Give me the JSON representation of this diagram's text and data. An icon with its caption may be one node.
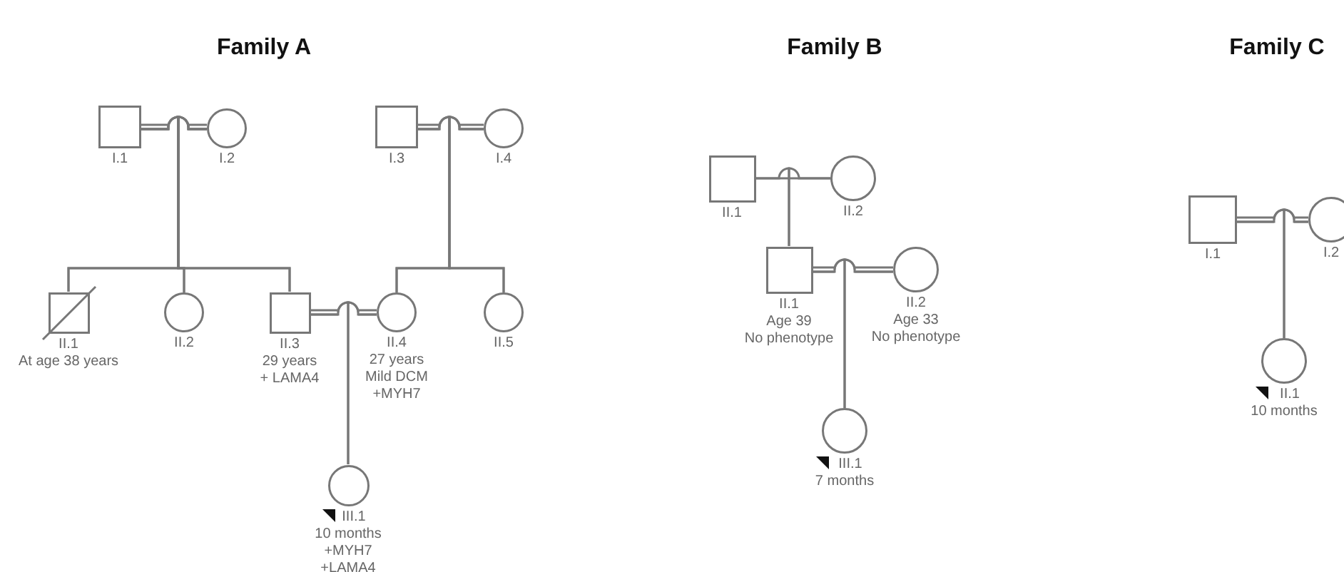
{
  "diagram": {
    "nodes": [
      {
        "text": [],
        "shape": "box",
        "beside": [
          "I.1"
        ]
      },
      {
        "text": [],
        "shape": "circle",
        "beside": [
          "I.2"
        ]
      },
      {
        "text": [],
        "shape": "box",
        "beside": [
          "I.3"
        ]
      },
      {
        "text": [],
        "shape": "circle",
        "beside": [
          "I.4"
        ]
      },
      {
        "text": [],
        "shape": "box",
        "beside": [
          "II.1",
          "At age 38 years"
        ]
      },
      {
        "text": [],
        "shape": "circle",
        "beside": [
          "II.2"
        ]
      },
      {
        "text": [],
        "shape": "box",
        "beside": [
          "II.3",
          "29 years",
          "+ LAMA4"
        ]
      },
      {
        "text": [],
        "shape": "circle",
        "beside": [
          "II.4",
          "27 years",
          "Mild DCM",
          "+MYH7"
        ]
      },
      {
        "text": [],
        "shape": "circle",
        "beside": [
          "II.5"
        ]
      },
      {
        "text": [],
        "shape": "circle",
        "beside": [
          "III.1",
          "10 months",
          "+MYH7",
          "+LAMA4"
        ]
      },
      {
        "text": [],
        "shape": "box",
        "beside": [
          "II.1"
        ]
      },
      {
        "text": [],
        "shape": "circle",
        "beside": [
          "II.2"
        ]
      },
      {
        "text": [],
        "shape": "box",
        "beside": [
          "II.1",
          "Age 39",
          "No phenotype"
        ]
      },
      {
        "text": [],
        "shape": "circle",
        "beside": [
          "II.2",
          "Age 33",
          "No phenotype"
        ]
      },
      {
        "text": [],
        "shape": "circle",
        "beside": [
          "III.1",
          "7 months"
        ]
      },
      {
        "text": [],
        "shape": "box",
        "beside": [
          "I.1"
        ]
      },
      {
        "text": [],
        "shape": "circle",
        "beside": [
          "I.2"
        ]
      },
      {
        "text": [],
        "shape": "circle",
        "beside": [
          "II.1",
          "10 months"
        ]
      }
    ],
    "edges": [
      {
        "from": 0,
        "to": 1,
        "arrow": "none"
      },
      {
        "from": 2,
        "to": 3,
        "arrow": "none"
      },
      {
        "from": 6,
        "to": 7,
        "arrow": "none"
      },
      {
        "from": 0,
        "to": 4,
        "arrow": "none"
      },
      {
        "from": 0,
        "to": 5,
        "arrow": "none"
      },
      {
        "from": 0,
        "to": 6,
        "arrow": "none"
      },
      {
        "from": 1,
        "to": 4,
        "arrow": "none"
      },
      {
        "from": 1,
        "to": 5,
        "arrow": "none"
      },
      {
        "from": 1,
        "to": 6,
        "arrow": "none"
      },
      {
        "from": 2,
        "to": 7,
        "arrow": "none"
      },
      {
        "from": 2,
        "to": 8,
        "arrow": "none"
      },
      {
        "from": 3,
        "to": 7,
        "arrow": "none"
      },
      {
        "from": 3,
        "to": 8,
        "arrow": "none"
      },
      {
        "from": 6,
        "to": 9,
        "arrow": "none"
      },
      {
        "from": 7,
        "to": 9,
        "arrow": "none"
      },
      {
        "from": 10,
        "to": 11,
        "arrow": "none"
      },
      {
        "from": 12,
        "to": 13,
        "arrow": "none"
      },
      {
        "from": 10,
        "to": 12,
        "arrow": "none"
      },
      {
        "from": 11,
        "to": 12,
        "arrow": "none"
      },
      {
        "from": 12,
        "to": 14,
        "arrow": "none"
      },
      {
        "from": 13,
        "to": 14,
        "arrow": "none"
      },
      {
        "from": 15,
        "to": 16,
        "arrow": "none"
      },
      {
        "from": 15,
        "to": 17,
        "arrow": "none"
      },
      {
        "from": 16,
        "to": 17,
        "arrow": "none"
      }
    ],
    "labels": [
      "Family A",
      "Family B",
      "Family C"
    ]
  }
}
